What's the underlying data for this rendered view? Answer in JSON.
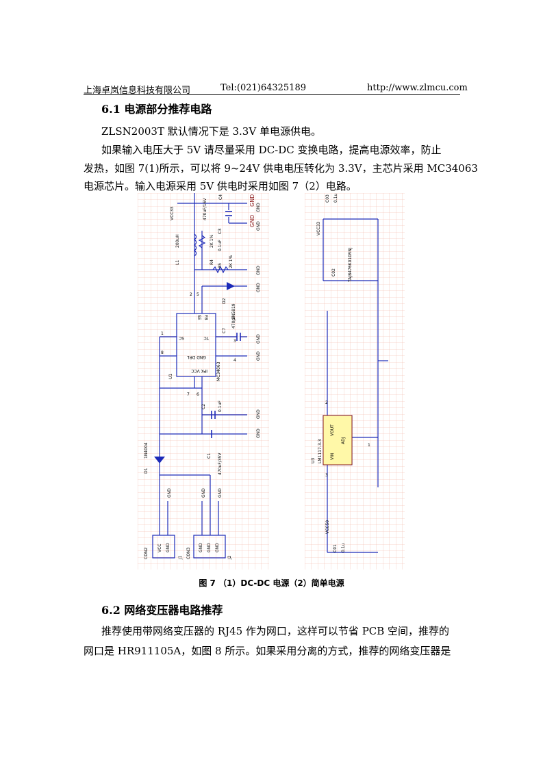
{
  "header": {
    "company": "上海卓岚信息科技有限公司",
    "tel": "Tel:(021)64325189",
    "url": "http://www.zlmcu.com"
  },
  "sections": [
    {
      "title": "6.1 电源部分推荐电路",
      "paragraphs": [
        "ZLSN2003T 默认情况下是 3.3V 单电源供电。",
        "如果输入电压大于 5V 请尽量采用 DC-DC 变换电路，提高电源效率，防止",
        "发热，如图 7(1)所示，可以将 9~24V 供电电压转化为 3.3V，主芯片采用 MC34063",
        "电源芯片。输入电源采用 5V 供电时采用如图 7（2）电路。"
      ]
    },
    {
      "title": "6.2 网络变压器电路推荐",
      "paragraphs": [
        "推荐使用带网络变压器的 RJ45 作为网口，这样可以节省 PCB 空间，推荐的",
        "网口是 HR911105A，如图 8 所示。如果采用分离的方式，推荐的网络变压器是"
      ]
    }
  ],
  "figure_caption": "图 7 （1）DC-DC 电源（2）简单电源",
  "schematic_left": {
    "labels": {
      "vcc33": "VCC33",
      "c4": "C4",
      "c4_val": "470uF/16V",
      "gnd": "GND",
      "l1": "L1",
      "l1_val": "200uH",
      "r4": "R4",
      "r4_val": "2K 1%",
      "r5": "R5",
      "r5_val": "2K 1%",
      "c3": "C3",
      "c3_val": "0.1uF",
      "d2": "D2",
      "d2_val": "1N5819",
      "c7": "C7",
      "c7_val": "470pF",
      "u1": "U1",
      "u1_val": "MC34063",
      "se": "SE",
      "fb": "FB",
      "sc": "SC",
      "tc": "TC",
      "gnd_drl": "GND DRL",
      "ipk_vcc": "IPK VCC",
      "c2": "C2",
      "c2_val": "0.1uF",
      "c1": "C1",
      "c1_val": "470uF/35V",
      "d1": "D1",
      "d1_val": "1N4004",
      "con2": "CON2",
      "con3": "CON3",
      "j1": "J1",
      "j2": "J2",
      "vcc": "VCC",
      "pin2": "2",
      "pin5": "5",
      "pin3": "3",
      "pin4": "4",
      "pin7": "7",
      "pin6": "6",
      "pin1": "1",
      "pin8": "8"
    }
  },
  "schematic_right": {
    "labels": {
      "c03": "C03",
      "c03_val": "0.1u",
      "vcc33": "VCC33",
      "c02": "C02",
      "c02_val": "TAJB476K010RNJ",
      "u3": "U3",
      "u3_val": "LM1117-3.3",
      "vout": "VOUT",
      "vin": "VIN",
      "adj": "ADJ",
      "pin2": "2",
      "pin3": "3",
      "pin1": "1",
      "vcc50": "VCC50",
      "c01": "C01",
      "c01_val": "0.1u"
    }
  }
}
